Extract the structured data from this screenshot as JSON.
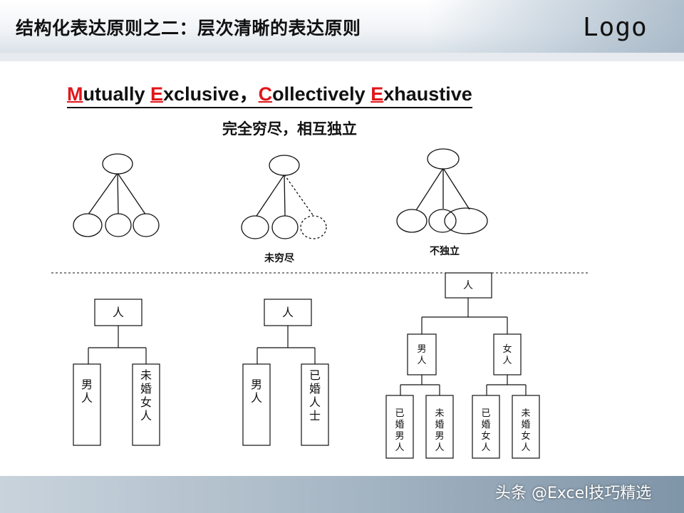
{
  "header": {
    "title": "结构化表达原则之二：层次清晰的表达原则",
    "logo": "Logo"
  },
  "principle": {
    "m": "M",
    "m_rest": "utually ",
    "e1": "E",
    "e1_rest": "xclusive，",
    "c": "C",
    "c_rest": "ollectively ",
    "e2": "E",
    "e2_rest": "xhaustive",
    "subtitle": "完全穷尽，相互独立"
  },
  "examples": {
    "not_exhaustive_label": "未穷尽",
    "not_independent_label": "不独立"
  },
  "tree1": {
    "root": "人",
    "children": [
      "男人",
      "未婚女人"
    ]
  },
  "tree2": {
    "root": "人",
    "children": [
      "男人",
      "已婚人士"
    ]
  },
  "tree3": {
    "root": "人",
    "mid": [
      "男人",
      "女人"
    ],
    "leaves": [
      "已婚男人",
      "未婚男人",
      "已婚女人",
      "未婚女人"
    ]
  },
  "watermark": "头条 @Excel技巧精选",
  "colors": {
    "accent": "#e0161b",
    "text": "#111111"
  }
}
